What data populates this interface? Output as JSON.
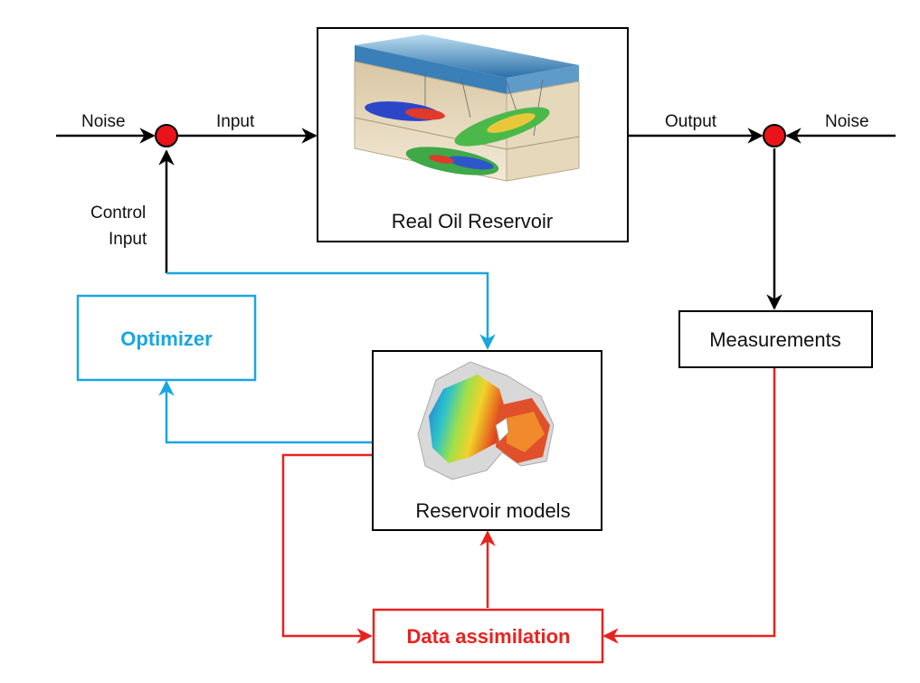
{
  "labels": {
    "noise_left": "Noise",
    "input": "Input",
    "output": "Output",
    "noise_right": "Noise",
    "control_input_line1": "Control",
    "control_input_line2": "Input"
  },
  "boxes": {
    "real_reservoir": "Real Oil Reservoir",
    "optimizer": "Optimizer",
    "reservoir_models": "Reservoir models",
    "measurements": "Measurements",
    "data_assimilation": "Data assimilation"
  },
  "colors": {
    "optimizer_loop": "#1aa6e0",
    "assimilation_loop": "#e8231f",
    "summing_node": "#e8141a",
    "main_flow": "#000000"
  },
  "icons": {
    "reservoir_picture": "oil-reservoir-3d-illustration",
    "model_picture": "reservoir-model-surface-illustration"
  }
}
